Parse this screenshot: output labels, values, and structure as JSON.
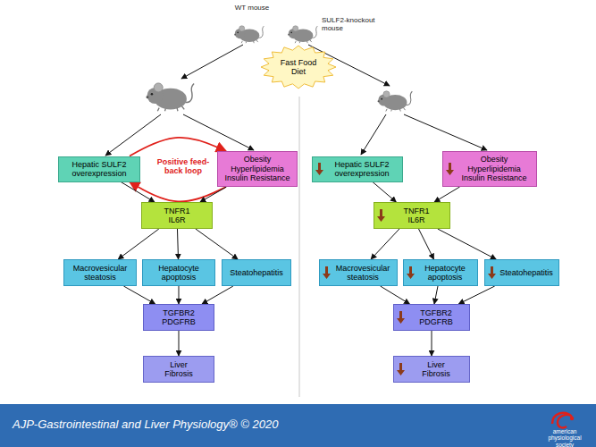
{
  "diagram": {
    "nodes": [
      {
        "text": [
          "Fast Food Diet"
        ]
      },
      {
        "text": [
          "Hepatic SULF2 overexpression"
        ]
      },
      {
        "text": [
          "Obesity Hyperlipidemia Insulin Resistance"
        ]
      },
      {
        "text": [
          "TNFR1 IL6R"
        ]
      },
      {
        "text": [
          "Macrovesicular steatosis"
        ]
      },
      {
        "text": [
          "Hepatocyte apoptosis"
        ]
      },
      {
        "text": [
          "Steatohepatitis"
        ]
      },
      {
        "text": [
          "TGFBR2 PDGFRB"
        ]
      },
      {
        "text": [
          "Liver Fibrosis"
        ]
      },
      {
        "text": [
          "Hepatic SULF2 overexpression"
        ]
      },
      {
        "text": [
          "Obesity Hyperlipidemia Insulin Resistance"
        ]
      },
      {
        "text": [
          "TNFR1 IL6R"
        ]
      },
      {
        "text": [
          "Macrovesicular steatosis"
        ]
      },
      {
        "text": [
          "Hepatocyte apoptosis"
        ]
      },
      {
        "text": [
          "Steatohepatitis"
        ]
      },
      {
        "text": [
          "TGFBR2 PDGFRB"
        ]
      },
      {
        "text": [
          "Liver Fibrosis"
        ]
      }
    ],
    "edges": [
      {
        "from": 1,
        "to": 2,
        "arrow": "to"
      },
      {
        "from": 2,
        "to": 1,
        "arrow": "to"
      },
      {
        "from": 1,
        "to": 3,
        "arrow": "to"
      },
      {
        "from": 2,
        "to": 3,
        "arrow": "to"
      },
      {
        "from": 3,
        "to": 4,
        "arrow": "to"
      },
      {
        "from": 3,
        "to": 5,
        "arrow": "to"
      },
      {
        "from": 3,
        "to": 6,
        "arrow": "to"
      },
      {
        "from": 4,
        "to": 7,
        "arrow": "to"
      },
      {
        "from": 5,
        "to": 7,
        "arrow": "to"
      },
      {
        "from": 6,
        "to": 7,
        "arrow": "to"
      },
      {
        "from": 7,
        "to": 8,
        "arrow": "to"
      },
      {
        "from": 9,
        "to": 11,
        "arrow": "to"
      },
      {
        "from": 10,
        "to": 11,
        "arrow": "to"
      },
      {
        "from": 11,
        "to": 12,
        "arrow": "to"
      },
      {
        "from": 11,
        "to": 13,
        "arrow": "to"
      },
      {
        "from": 11,
        "to": 14,
        "arrow": "to"
      },
      {
        "from": 12,
        "to": 15,
        "arrow": "to"
      },
      {
        "from": 13,
        "to": 15,
        "arrow": "to"
      },
      {
        "from": 14,
        "to": 15,
        "arrow": "to"
      },
      {
        "from": 15,
        "to": 16,
        "arrow": "to"
      }
    ],
    "labels": [
      "WT mouse",
      "SULF2-knockout mouse",
      "Positive feed-back loop",
      "AJP-Gastrointestinal and Liver Physiology® © 2020",
      "american physiological society"
    ]
  }
}
